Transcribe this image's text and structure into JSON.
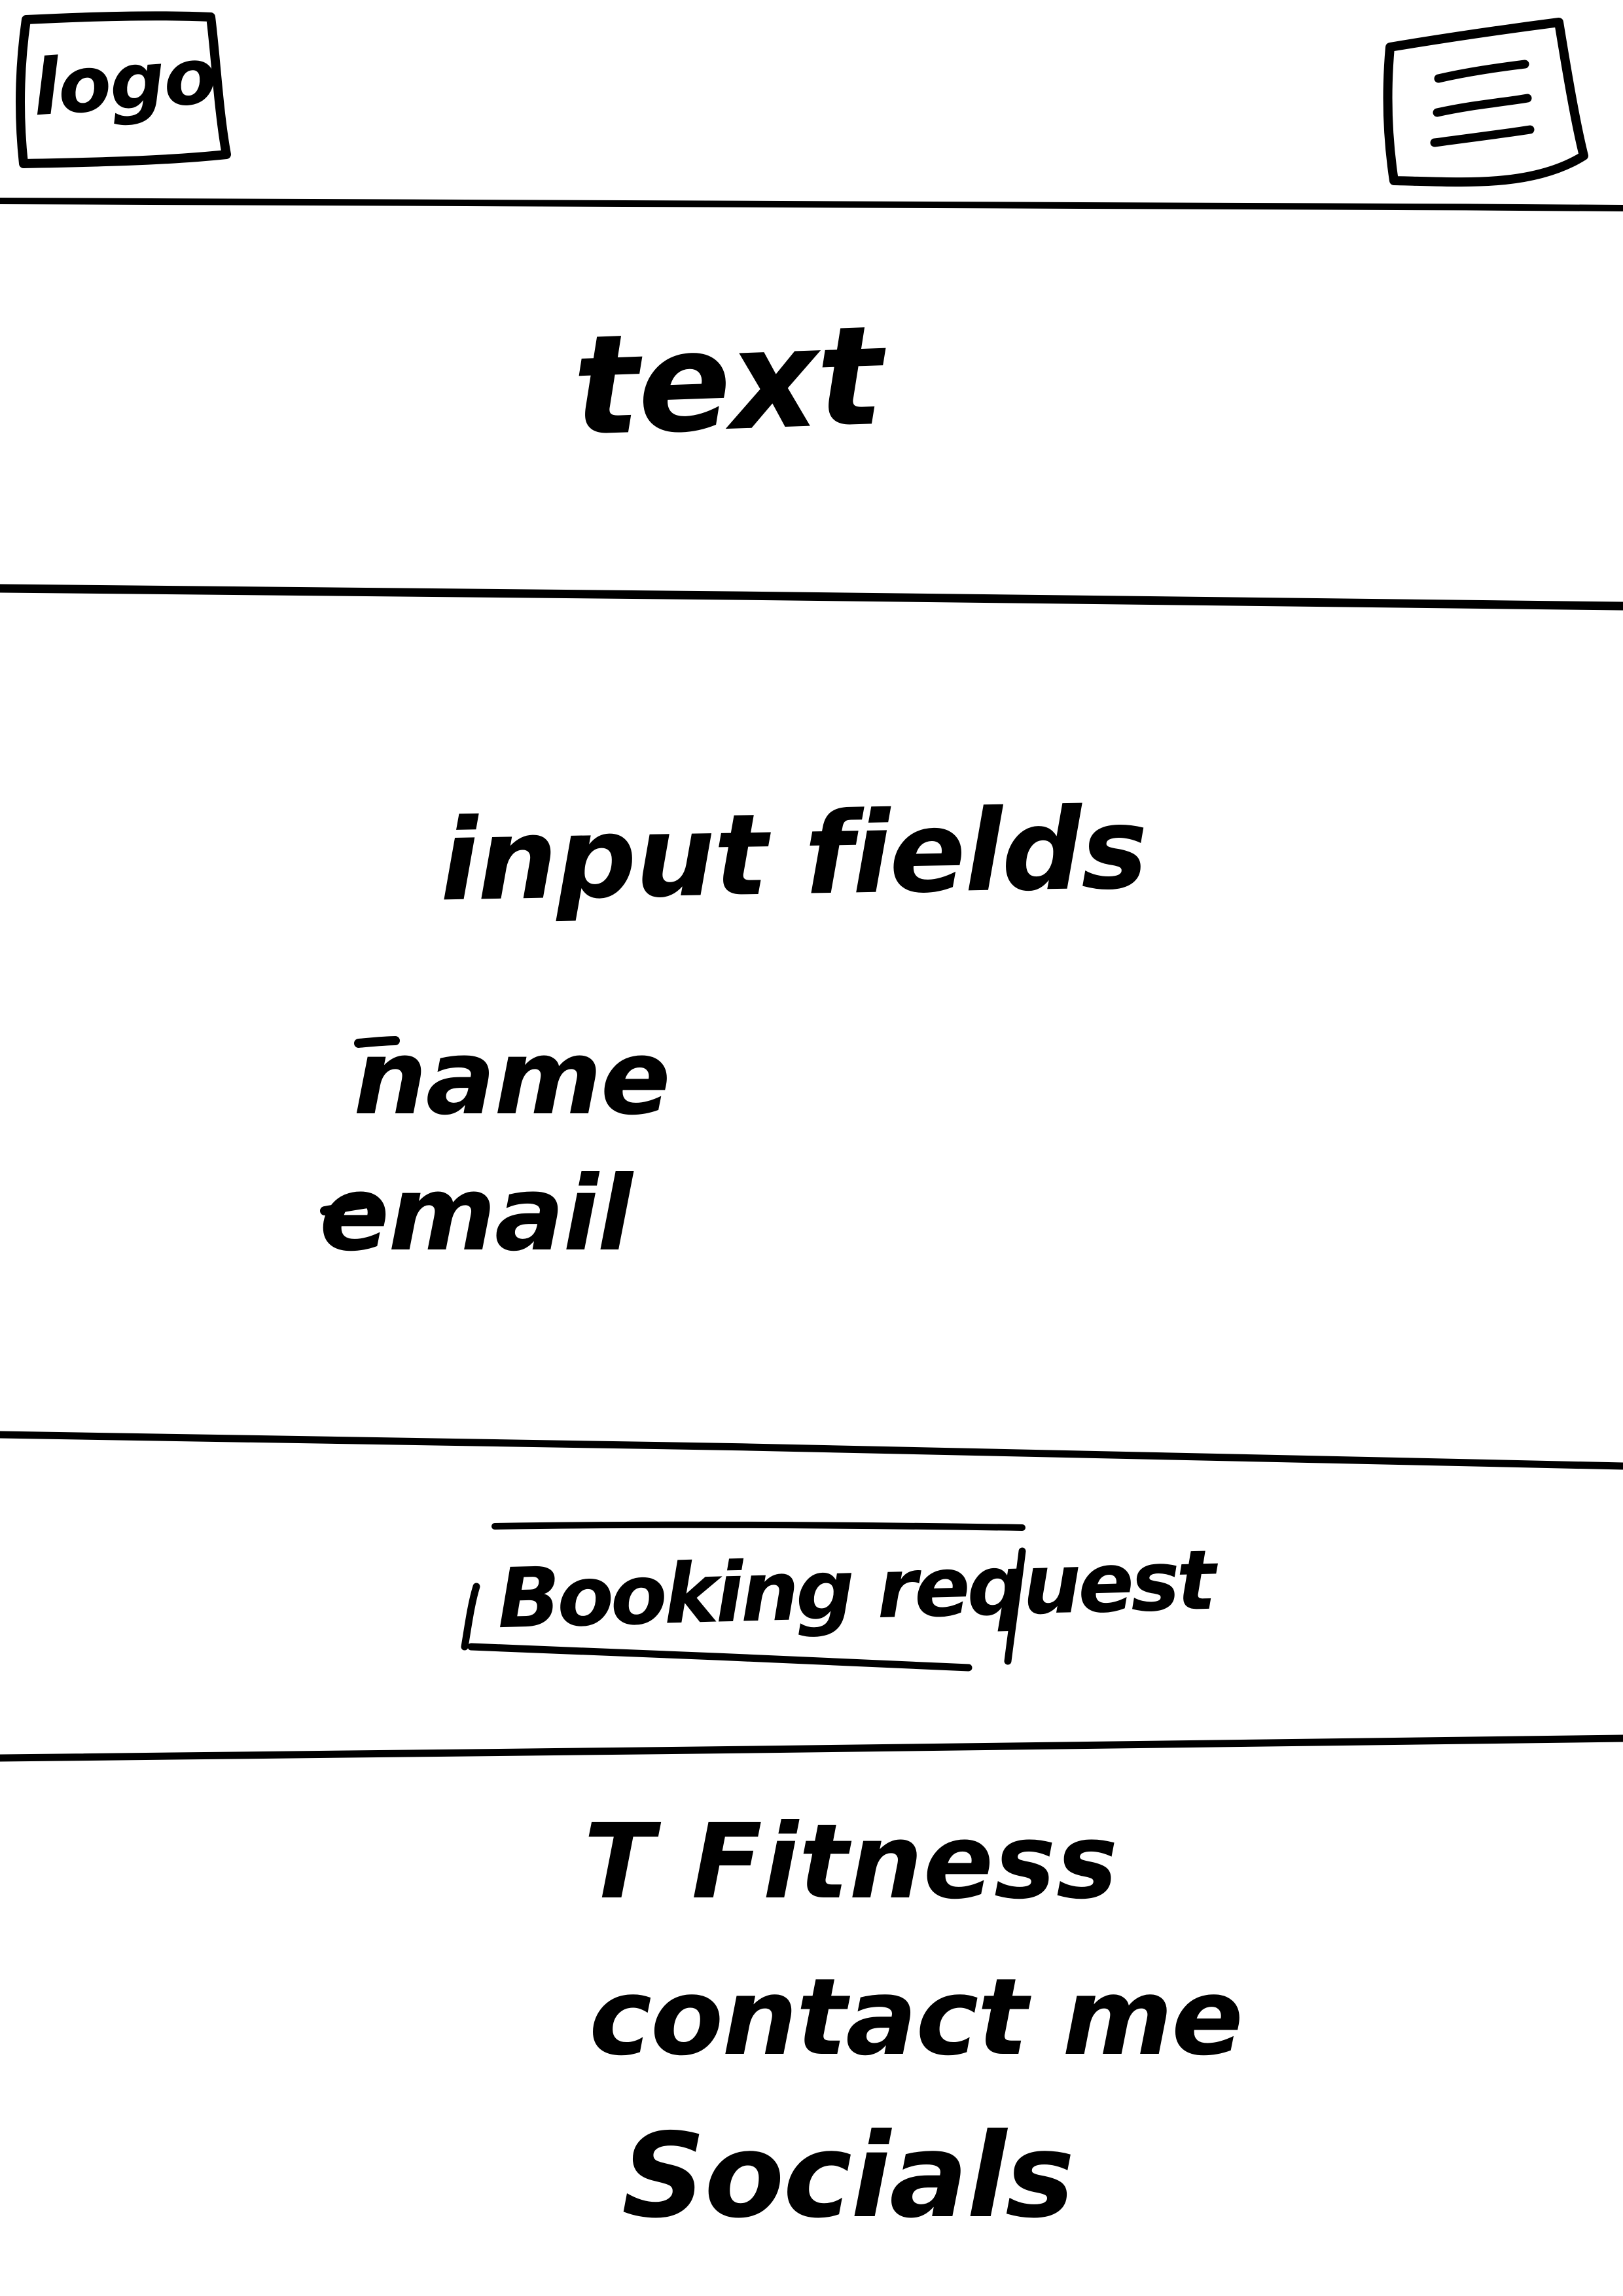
{
  "header": {
    "logo_label": "logo",
    "menu_icon": "hamburger-menu-icon"
  },
  "hero": {
    "text": "text"
  },
  "form": {
    "heading": "input fields",
    "fields": [
      {
        "label": "name"
      },
      {
        "label": "email"
      }
    ],
    "submit_label": "Booking request"
  },
  "footer": {
    "brand": "T Fitness",
    "contact_label": "contact me",
    "socials_label": "Socials"
  },
  "colors": {
    "ink": "#000000",
    "background": "#ffffff"
  }
}
